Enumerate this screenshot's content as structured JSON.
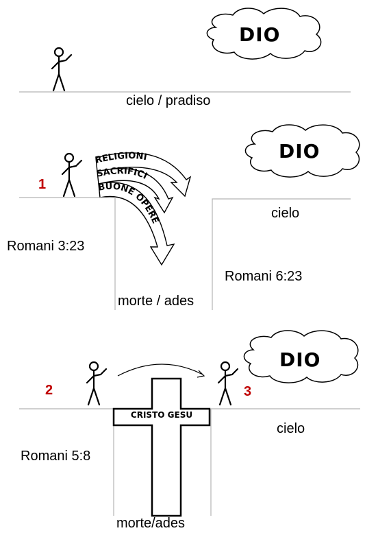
{
  "god_label": "DIO",
  "panel1": {
    "ground_label": "cielo / pradiso"
  },
  "panel2": {
    "step_number": "1",
    "arrows": [
      "RELIGIONI",
      "SACRIFICI",
      "BUONE OPERE"
    ],
    "verse_left": "Romani 3:23",
    "verse_right": "Romani 6:23",
    "heaven_label": "cielo",
    "pit_label": "morte / ades"
  },
  "panel3": {
    "step_number_left": "2",
    "step_number_right": "3",
    "cross_label": "CRISTO GESU",
    "verse_left": "Romani 5:8",
    "heaven_label": "cielo",
    "pit_label": "morte/ades"
  },
  "colors": {
    "number": "#c00000",
    "line": "#b3b3b3",
    "ink": "#000000"
  }
}
